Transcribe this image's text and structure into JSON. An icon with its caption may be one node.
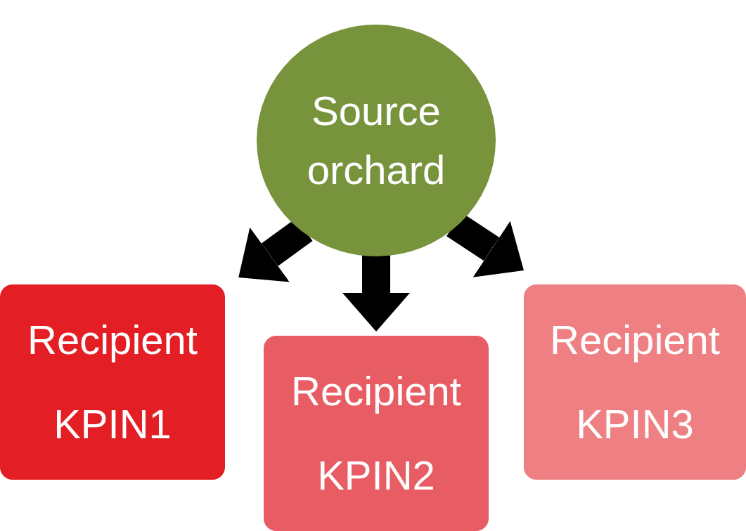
{
  "diagram": {
    "nodes": [
      {
        "text": [
          "Source orchard"
        ]
      },
      {
        "text": [
          "Recipient KPIN1"
        ]
      },
      {
        "text": [
          "Recipient KPIN2"
        ]
      },
      {
        "text": [
          "Recipient KPIN3"
        ]
      }
    ],
    "edges": [
      {
        "from": 0,
        "to": 1,
        "arrow": "to"
      },
      {
        "from": 0,
        "to": 2,
        "arrow": "to"
      },
      {
        "from": 0,
        "to": 3,
        "arrow": "to"
      }
    ]
  }
}
